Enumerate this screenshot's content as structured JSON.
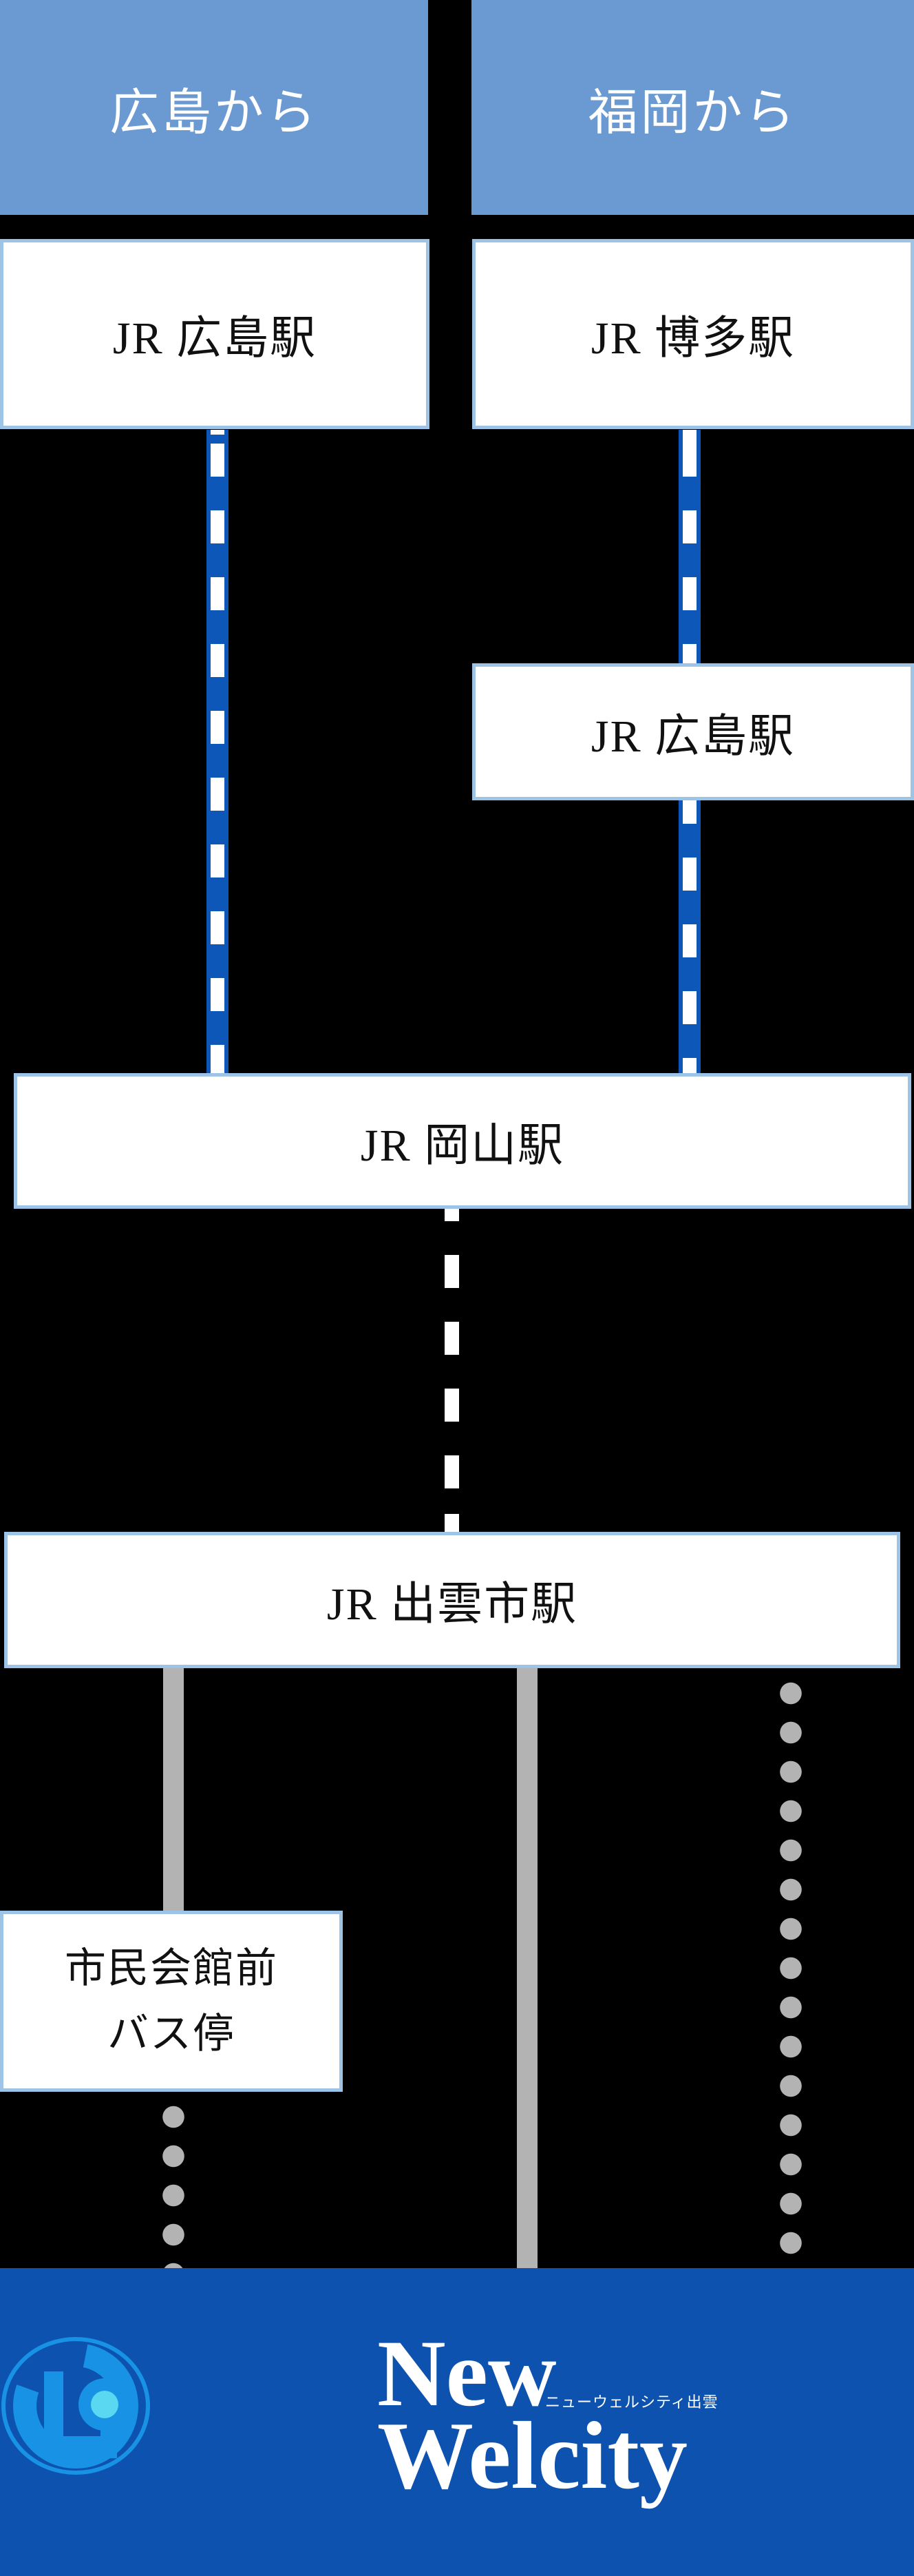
{
  "colors": {
    "bg": "#000000",
    "header_blue": "#6a9ad1",
    "rail_blue": "#0d57b8",
    "box_border": "#9dc3e6",
    "box_bg": "#ffffff",
    "text_dark": "#111111",
    "text_white": "#ffffff",
    "gray_line": "#b3b3b3",
    "white_line": "#ffffff",
    "footer_bg": "#0d52ae",
    "logo_blue": "#1792e4",
    "logo_cyan": "#5ad8f2"
  },
  "headers": [
    {
      "label": "広島から"
    },
    {
      "label": "福岡から"
    }
  ],
  "boxes": {
    "hiroshima_top": {
      "label": "JR 広島駅"
    },
    "hakata": {
      "label": "JR 博多駅"
    },
    "hiroshima_mid": {
      "label": "JR 広島駅"
    },
    "okayama": {
      "label": "JR 岡山駅"
    },
    "izumoshi": {
      "label": "JR 出雲市駅"
    },
    "bus_stop": {
      "line1": "市民会館前",
      "line2": "バス停"
    }
  },
  "footer": {
    "brand_top": "New",
    "brand_bottom": "Welcity",
    "brand_sub": "ニューウェルシティ出雲"
  }
}
